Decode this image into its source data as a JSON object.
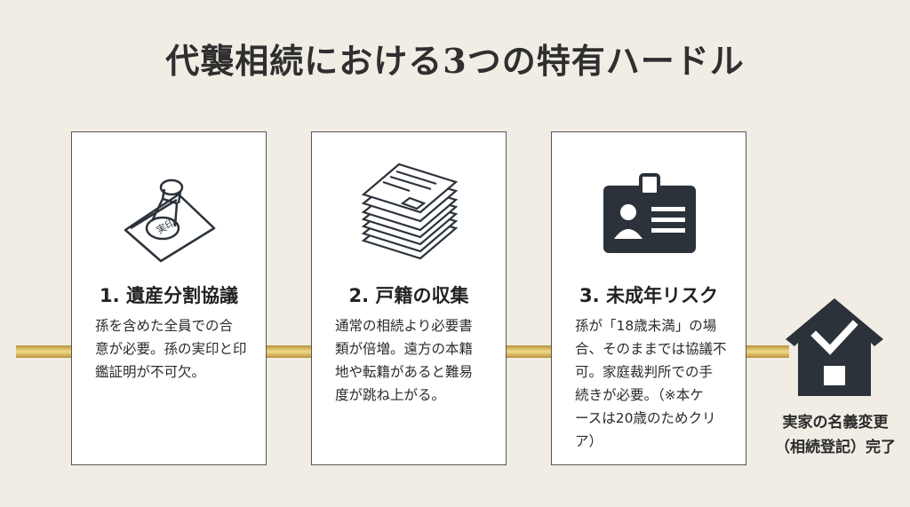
{
  "title": "代襲相続における3つの特有ハードル",
  "colors": {
    "background": "#f1ede5",
    "gold": "#c9a54a",
    "icon": "#2b323a"
  },
  "hurdles": [
    {
      "icon": "seal-stamp-icon",
      "heading": "1. 遺産分割協議",
      "lines": [
        "孫を含めた全員での合",
        "意が必要。孫の実印と印",
        "鑑証明が不可欠。"
      ],
      "stamp_text": "実印"
    },
    {
      "icon": "document-stack-icon",
      "heading": "2. 戸籍の収集",
      "lines": [
        "通常の相続より必要書",
        "類が倍増。遠方の本籍",
        "地や転籍があると難易",
        "度が跳ね上がる。"
      ]
    },
    {
      "icon": "id-card-icon",
      "heading": "3. 未成年リスク",
      "lines": [
        "孫が「18歳未満」の場",
        "合、そのままでは協議不",
        "可。家庭裁判所での手",
        "続きが必要。（※本ケ",
        "ースは20歳のためクリ",
        "ア）"
      ]
    }
  ],
  "goal": {
    "icon": "house-check-icon",
    "lines": [
      "実家の名義変更",
      "（相続登記）完了"
    ]
  }
}
